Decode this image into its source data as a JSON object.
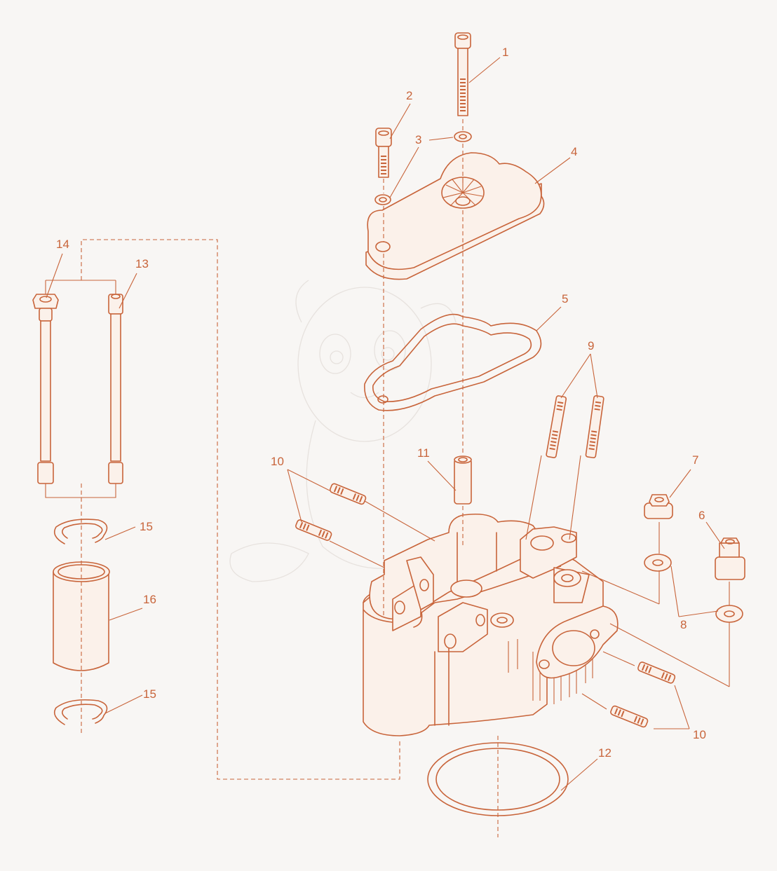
{
  "diagram": {
    "colors": {
      "line": "#c8643a",
      "background": "#f8f6f4",
      "watermark": "#d8d2cc"
    },
    "callouts": {
      "c1": "1",
      "c2": "2",
      "c3": "3",
      "c4": "4",
      "c5": "5",
      "c6": "6",
      "c7": "7",
      "c8": "8",
      "c9": "9",
      "c10a": "10",
      "c10b": "10",
      "c11": "11",
      "c12": "12",
      "c13": "13",
      "c14": "14",
      "c15a": "15",
      "c15b": "15",
      "c16": "16"
    }
  }
}
